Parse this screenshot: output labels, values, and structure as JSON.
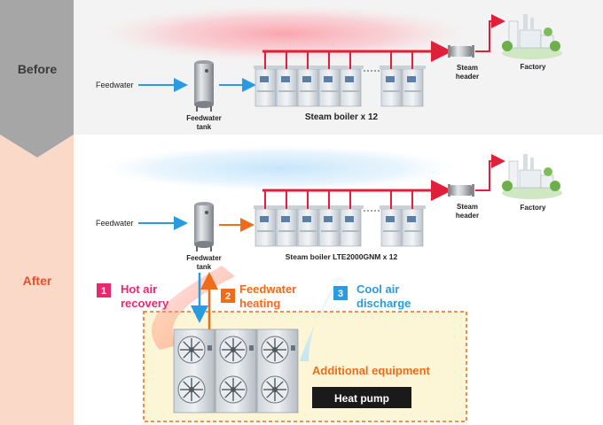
{
  "sections": {
    "before": "Before",
    "after": "After"
  },
  "before": {
    "feedwater": "Feedwater",
    "feedwater_tank": [
      "Feedwater",
      "tank"
    ],
    "boiler": "Steam boiler x 12",
    "steam_header": [
      "Steam",
      "header"
    ],
    "factory": "Factory"
  },
  "after": {
    "feedwater": "Feedwater",
    "feedwater_tank": [
      "Feedwater",
      "tank"
    ],
    "boiler": "Steam boiler LTE2000GNM x 12",
    "steam_header": [
      "Steam",
      "header"
    ],
    "factory": "Factory"
  },
  "steps": [
    {
      "number": "1",
      "lines": [
        "Hot air",
        "recovery"
      ],
      "color": "#e8286e"
    },
    {
      "number": "2",
      "lines": [
        "Feedwater",
        "heating"
      ],
      "color": "#ef6c1a"
    },
    {
      "number": "3",
      "lines": [
        "Cool air",
        "discharge"
      ],
      "color": "#2a9be0"
    }
  ],
  "additional": {
    "title": "Additional equipment",
    "heat_pump": "Heat pump"
  },
  "colors": {
    "steam_pipe": "#e01f3a",
    "water_flow": "#2a9be0",
    "heated_flow": "#ef6c1a",
    "before_band": "#a6a6a6",
    "after_band": "#fbd9c8",
    "after_text": "#e8502a",
    "equipment_box": "#fdf6d6",
    "equipment_border": "#ef6c1a"
  }
}
